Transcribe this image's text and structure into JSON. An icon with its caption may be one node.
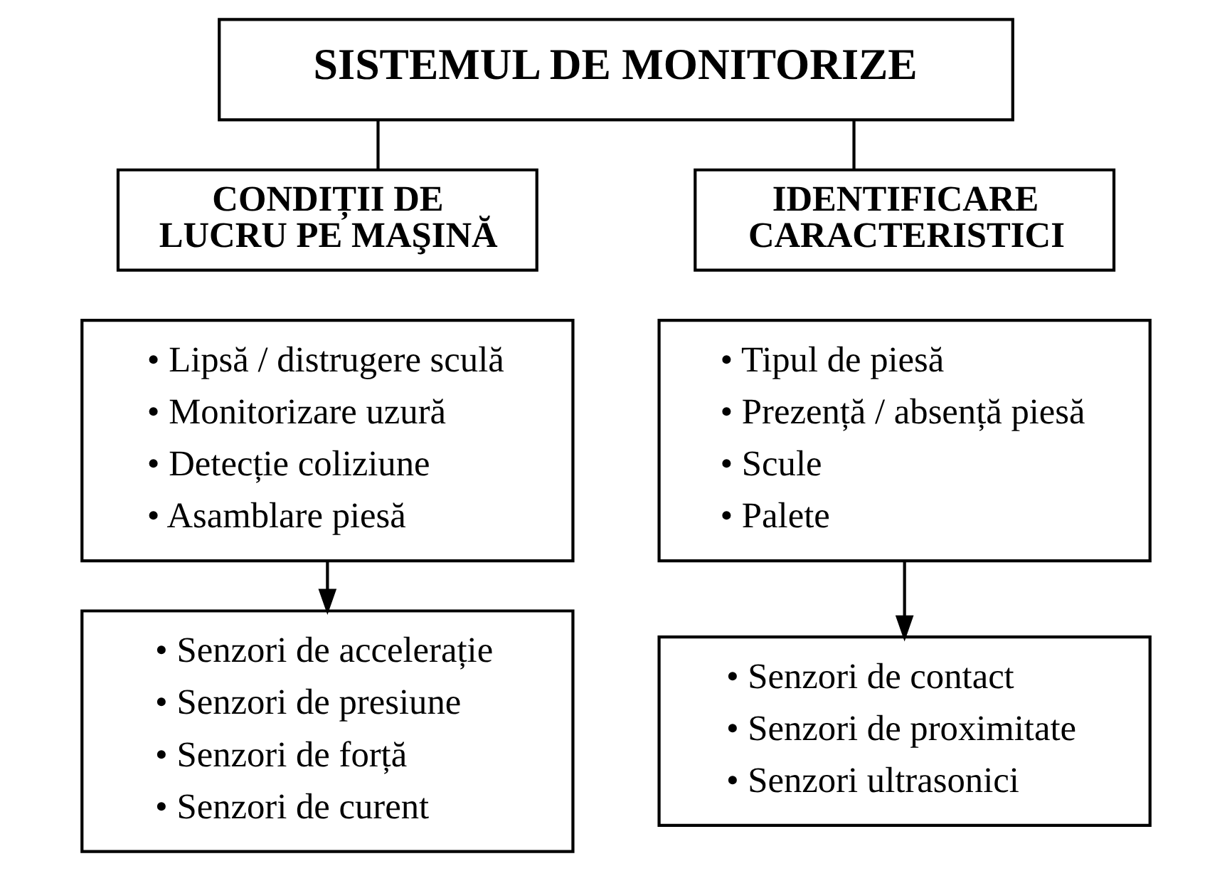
{
  "diagram": {
    "nodes": [
      {
        "text": [
          "SISTEMUL DE MONITORIZE"
        ]
      },
      {
        "text": [
          "CONDIȚII DE LUCRU PE MAŞINĂ"
        ]
      },
      {
        "text": [
          "• Lipsă / distrugere sculă",
          "• Monitorizare uzură",
          "• Detecție coliziune",
          "• Asamblare piesă"
        ]
      },
      {
        "text": [
          "• Senzori de accelerație",
          "• Senzori de presiune",
          "• Senzori de forță",
          "• Senzori de curent"
        ]
      },
      {
        "text": [
          "IDENTIFICARE CARACTERISTICI"
        ]
      },
      {
        "text": [
          "• Tipul de piesă",
          "• Prezență / absență piesă",
          "• Scule",
          "• Palete"
        ]
      },
      {
        "text": [
          "• Senzori de contact",
          "• Senzori de proximitate",
          "• Senzori ultrasonici"
        ]
      }
    ],
    "edges": [
      {
        "from": 0,
        "to": 1,
        "arrow": "none"
      },
      {
        "from": 0,
        "to": 4,
        "arrow": "none"
      },
      {
        "from": 2,
        "to": 3,
        "arrow": "to"
      },
      {
        "from": 5,
        "to": 6,
        "arrow": "to"
      }
    ]
  }
}
